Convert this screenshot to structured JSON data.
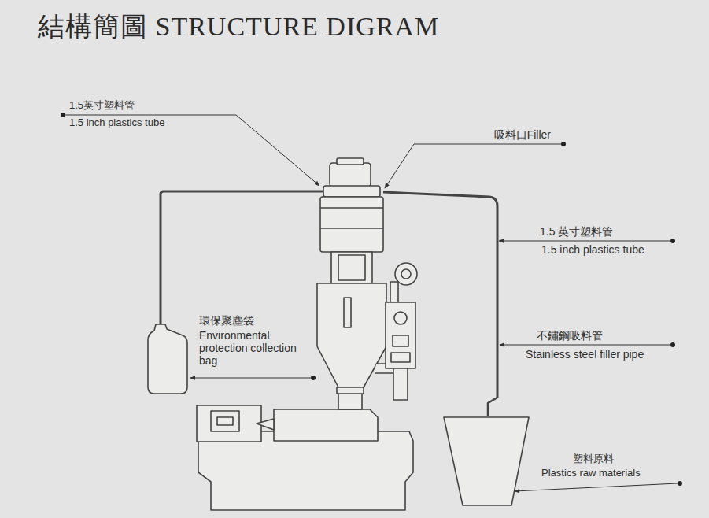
{
  "diagram": {
    "title": "結構簡圖 STRUCTURE DIGRAM",
    "labels": [
      "1.5英寸塑料管",
      "1.5 inch plastics tube",
      "吸料口Filler",
      "1.5 英寸塑料管",
      "1.5 inch plastics tube",
      "環保聚塵袋",
      "Environmental protection collection bag",
      "不鏽鋼吸料管",
      "Stainless steel filler pipe",
      "塑料原料",
      "Plastics raw materials"
    ]
  }
}
